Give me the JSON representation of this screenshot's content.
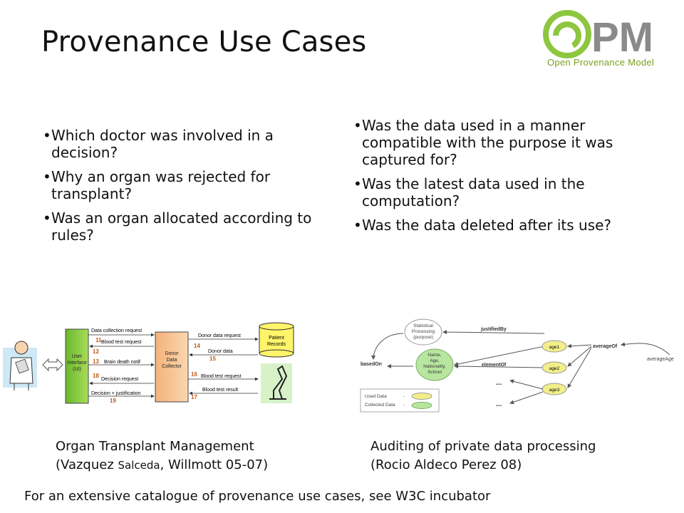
{
  "title": "Provenance Use Cases",
  "logo": {
    "letters": "PM",
    "caption": "Open Provenance Model",
    "green": "#8dc63f",
    "grey": "#8a8a8a"
  },
  "left_bullets": [
    "Which doctor was involved in a decision?",
    "Why an organ was rejected for transplant?",
    "Was an organ allocated according to rules?"
  ],
  "right_bullets": [
    "Was the data used in a manner compatible with the purpose it was captured for?",
    "Was the latest data used in the computation?",
    "Was the data deleted after its use?"
  ],
  "organ_diagram": {
    "ui_box": "User Interface (UI)",
    "collector_box": "Donor Data Collector",
    "records_box": "Patient Records",
    "left_messages": [
      {
        "label": "Data collection request",
        "num": "11"
      },
      {
        "label": "Blood test request",
        "num": "12"
      },
      {
        "label": "Brain death notif",
        "num": "13"
      },
      {
        "label": "Decision request",
        "num": "18"
      },
      {
        "label": "Decision + justification",
        "num": "19"
      }
    ],
    "right_messages": [
      {
        "label": "Donor data request",
        "num": "14"
      },
      {
        "label": "Donor data",
        "num": "15"
      },
      {
        "label": "Blood test request",
        "num": "16"
      },
      {
        "label": "Blood test result",
        "num": "17"
      }
    ]
  },
  "audit_diagram": {
    "processing": "Statistical Processing (purpose)",
    "school": "Name, Age, Nationality, School",
    "justifiedBy": "justifiedBy",
    "basedOn": "basedOn",
    "elementOf": "elementOf",
    "averageOf": "averageOf",
    "averageAge": "averageAge",
    "ages": [
      "age1",
      "age2",
      "age3"
    ],
    "ellipsis": "...",
    "legend": [
      {
        "label": "Used Data",
        "color": "#f2ef8a"
      },
      {
        "label": "Collected Data",
        "color": "#b8e6a0"
      }
    ]
  },
  "captions": {
    "left_line1": "Organ Transplant Management",
    "left_line2_a": "(Vazquez ",
    "left_line2_small": "Salceda",
    "left_line2_b": ", Willmott 05-07)",
    "right_line1": "Auditing of private data processing",
    "right_line2": "(Rocio Aldeco Perez 08)"
  },
  "footer": "For an extensive catalogue of provenance use cases, see W3C incubator"
}
